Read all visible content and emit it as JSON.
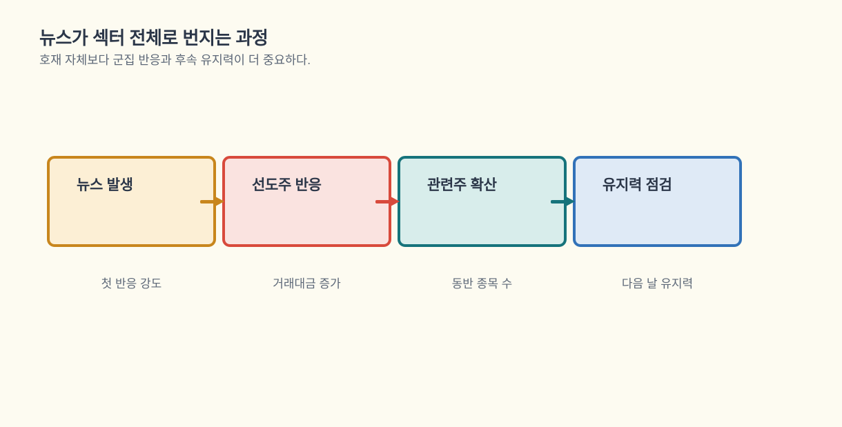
{
  "theme": {
    "background": "#FDFBF1",
    "heading_color": "#2B3648",
    "muted_color": "#5D6878"
  },
  "header": {
    "title": "뉴스가 섹터 전체로 번지는 과정",
    "subtitle": "호재 자체보다 군집 반응과 후속 유지력이 더 중요하다."
  },
  "flow": {
    "type": "horizontal-process",
    "steps": [
      {
        "label": "뉴스 발생",
        "caption": "첫 반응 강도",
        "fill": "#FCEFD5",
        "border": "#C8861D",
        "arrow_color": "#C8861D"
      },
      {
        "label": "선도주 반응",
        "caption": "거래대금 증가",
        "fill": "#FAE3E0",
        "border": "#D84A3C",
        "arrow_color": "#D84A3C"
      },
      {
        "label": "관련주 확산",
        "caption": "동반 종목 수",
        "fill": "#D8EDEB",
        "border": "#16737B",
        "arrow_color": "#16737B"
      },
      {
        "label": "유지력 점검",
        "caption": "다음 날 유지력",
        "fill": "#DFEAF6",
        "border": "#3272B8",
        "arrow_color": null
      }
    ]
  }
}
